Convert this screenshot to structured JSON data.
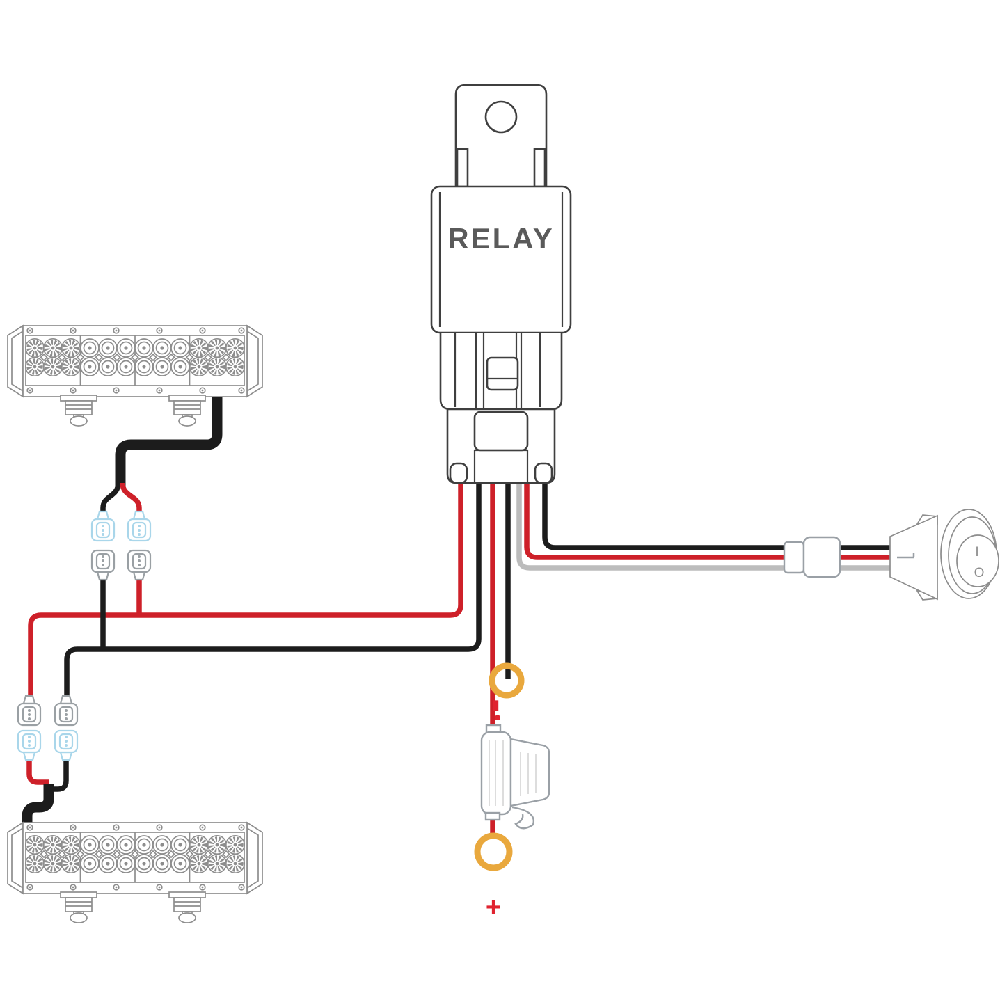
{
  "diagram": {
    "relay": {
      "label": "RELAY"
    },
    "battery_labels": {
      "negative": "-",
      "positive": "+"
    },
    "switch_marks": {
      "on": "I",
      "off": "O"
    },
    "components": {
      "relay": "relay",
      "relay_socket": "relay-socket-7-wires",
      "light_bar_top": "led-light-bar",
      "light_bar_bottom": "led-light-bar",
      "rocker_switch": "round-rocker-switch",
      "inline_connector": "inline-connector",
      "fuse_holder": "inline-fuse-holder",
      "ring_terminal_negative": "ring-terminal-negative",
      "ring_terminal_positive": "ring-terminal-positive",
      "quick_disconnect_blue": "spade-connector-lightbar-lead",
      "quick_disconnect_gray": "spade-connector-harness-lead"
    }
  },
  "colors": {
    "wire_red": "#ce2029",
    "wire_black": "#1c1c1c",
    "wire_gray": "#bcbcbc",
    "ring_orange": "#e9a83d",
    "connector_blue": "#a9d6ea",
    "connector_gray": "#9aa0a4",
    "outline_dark": "#3f3f3f",
    "outline_gray": "#8d8d8d",
    "fuse_outline": "#9aa0a6",
    "relay_text": "#5a5a5a",
    "label_red": "#e02330"
  }
}
